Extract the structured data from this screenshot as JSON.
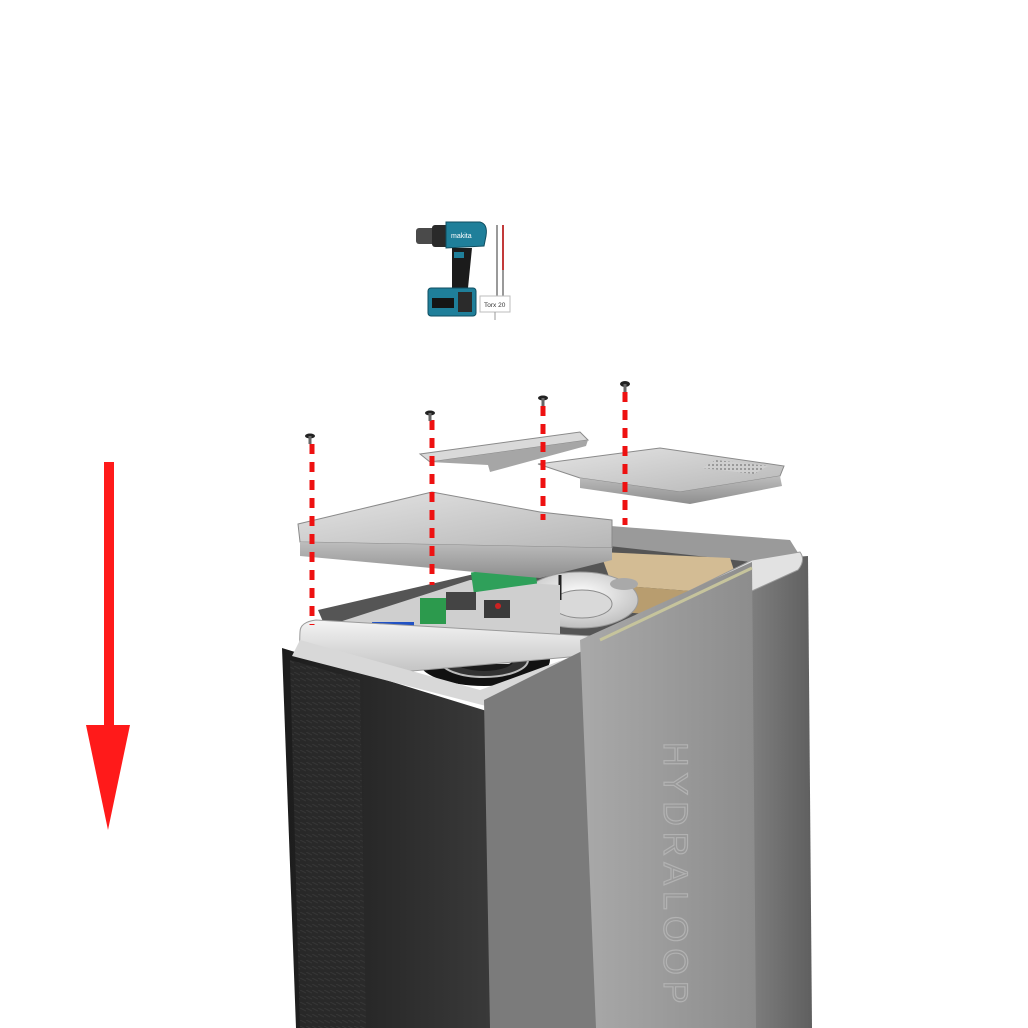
{
  "tool": {
    "bit_label": "Torx 20",
    "drill_brand": "makita"
  },
  "unit": {
    "brand_text": "HYDRALOOP"
  },
  "instruction": {
    "arrow_direction": "down",
    "screw_count": 4
  },
  "colors": {
    "arrow": "#ff1a1a",
    "dash": "#ee1111",
    "panel": "#c9c9c9",
    "body_dark": "#2b2b2b",
    "body_light": "#8a8a8a",
    "drill_body": "#1f7f9a"
  }
}
